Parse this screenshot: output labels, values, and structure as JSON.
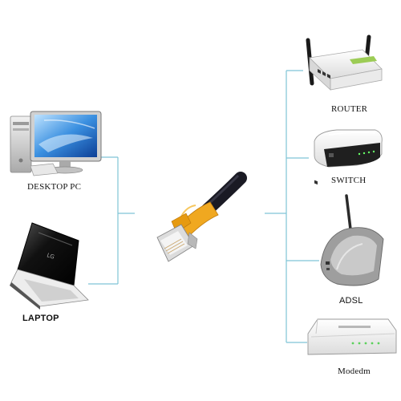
{
  "devices": {
    "desktop_pc": "DESKTOP PC",
    "laptop": "LAPTOP",
    "router": "ROUTER",
    "switch": "SWITCH",
    "adsl": "ADSL",
    "modem": "Modedm"
  },
  "colors": {
    "connector_line": "#7fc4d6",
    "cable_boot": "#f0a820",
    "cable_jacket": "#1a1a24",
    "plug_metal": "#d9d9d9"
  },
  "icons": [
    "desktop-pc-icon",
    "laptop-icon",
    "ethernet-cable-icon",
    "router-icon",
    "switch-icon",
    "adsl-modem-icon",
    "modem-icon"
  ]
}
